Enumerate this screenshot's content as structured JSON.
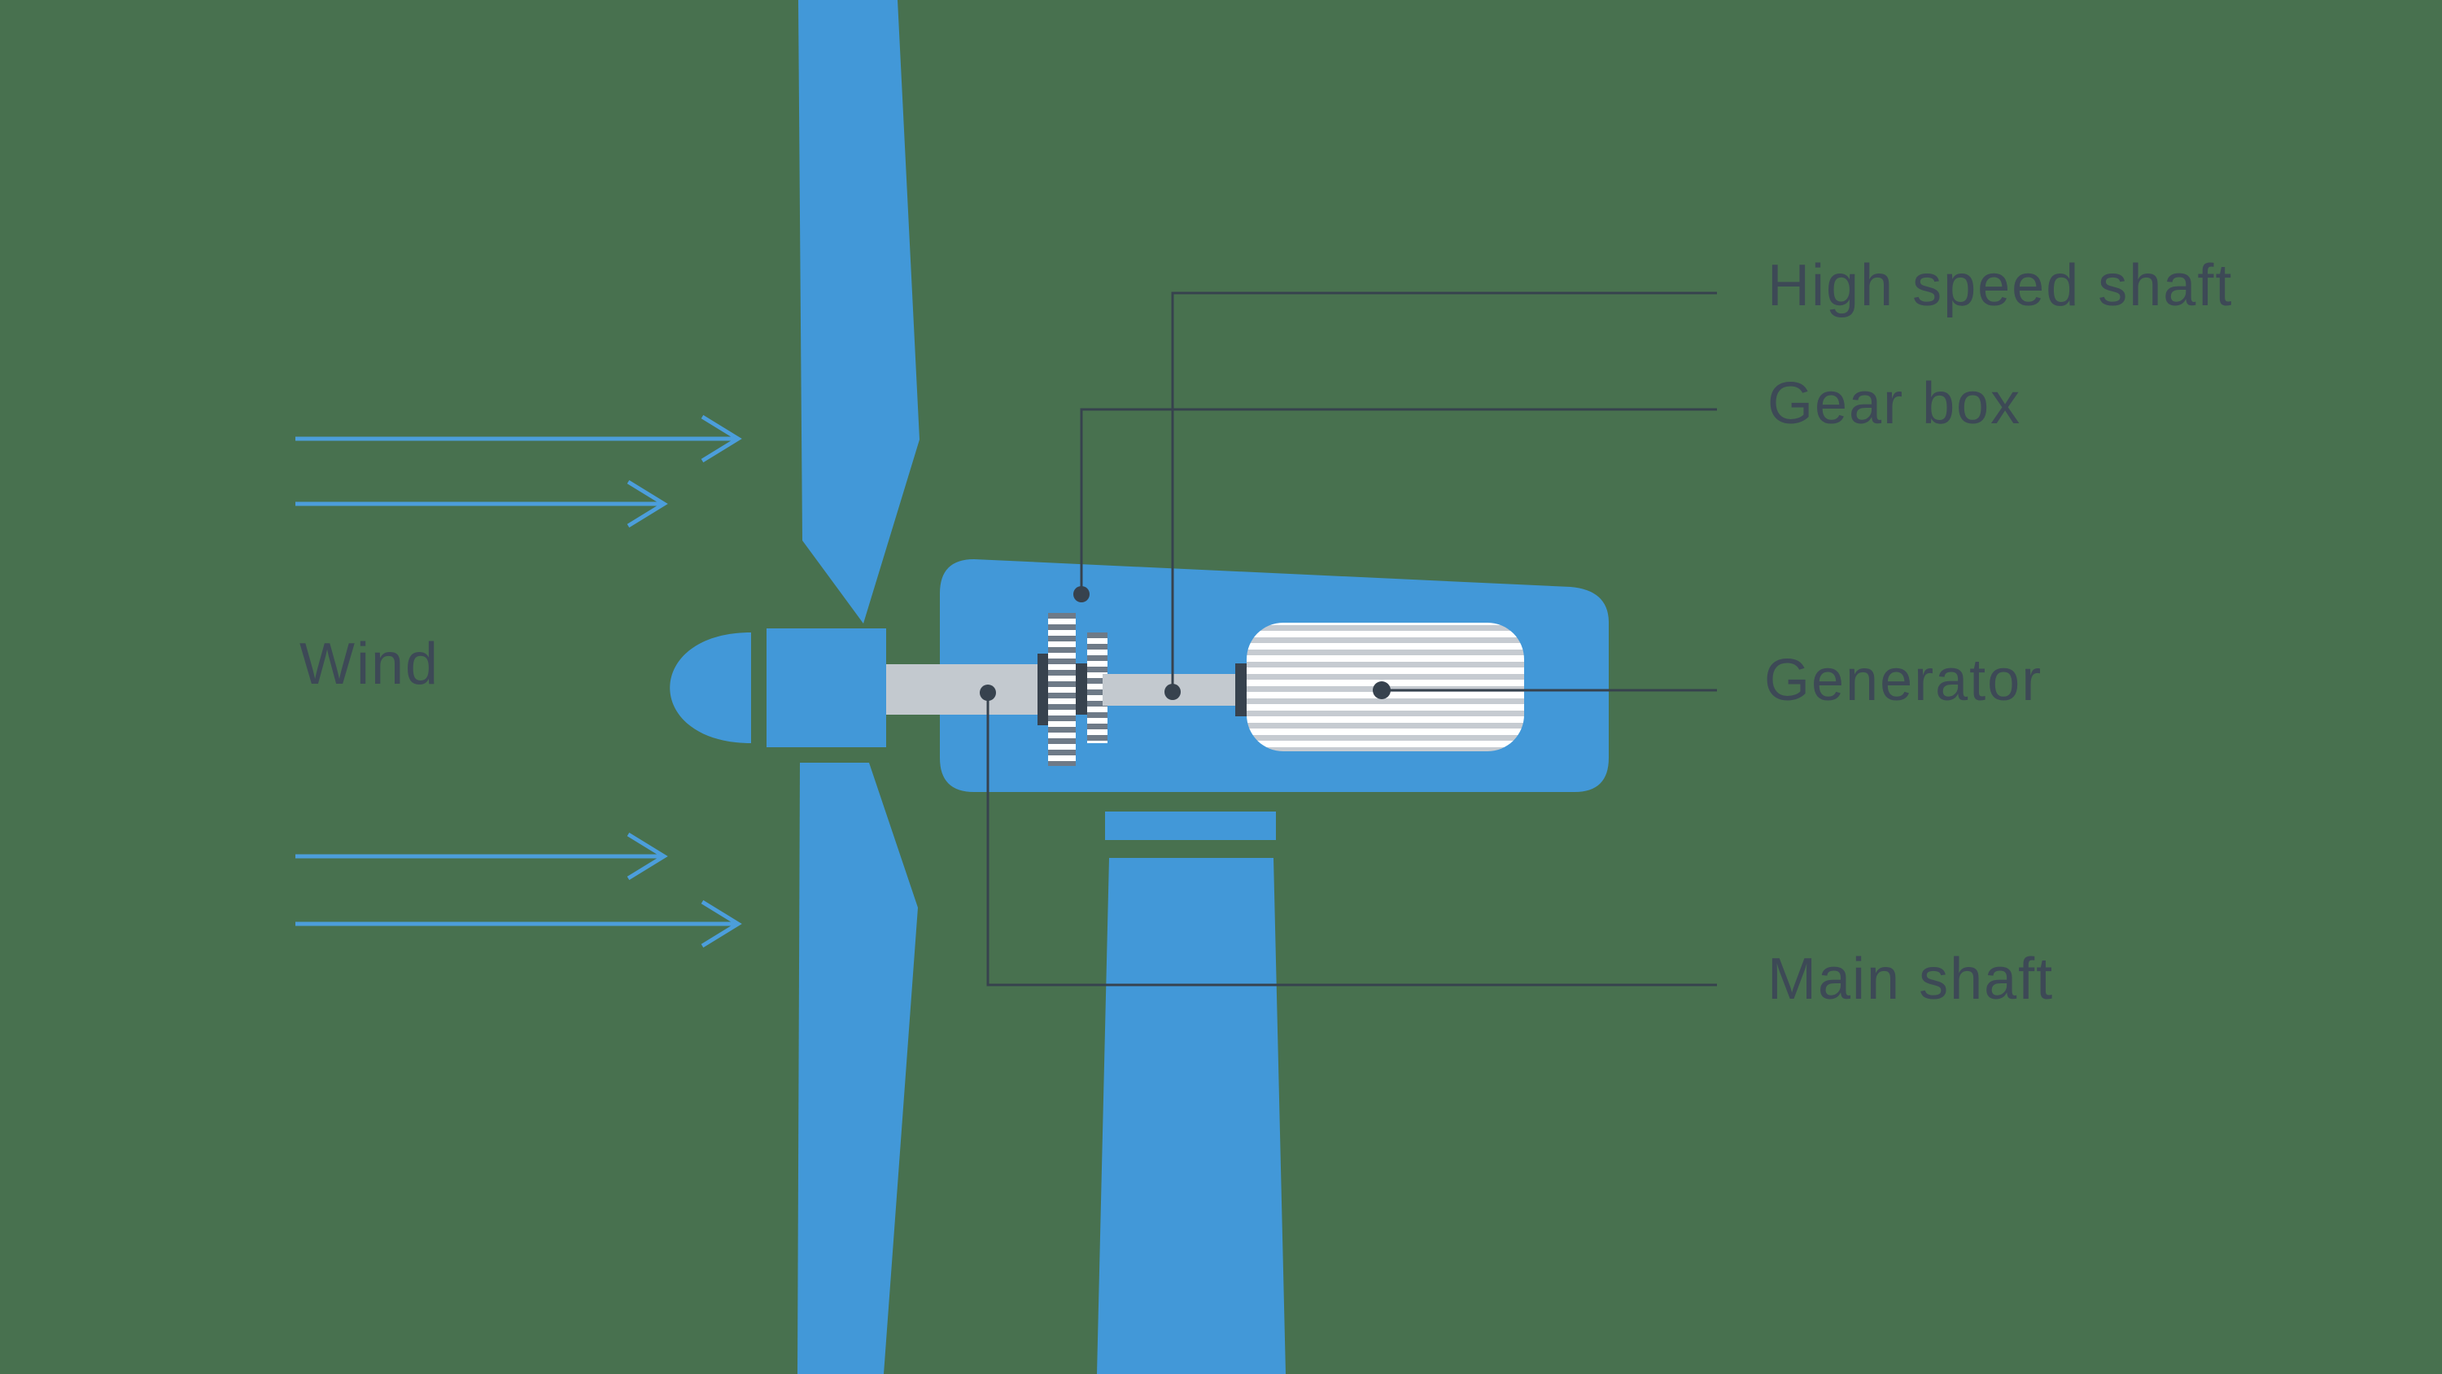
{
  "background_color": "#48714f",
  "palette": {
    "turbine_blue": "#4298d8",
    "arrow_blue": "#4c9edb",
    "shaft_gray": "#c3c9cf",
    "generator_white": "#ffffff",
    "generator_stripe_gray": "#c6cbd1",
    "gear_stripe_gray": "#6e7a87",
    "gear_stripe_white": "#ffffff",
    "dark_slate": "#37424e",
    "label_color": "#3d4956"
  },
  "labels": {
    "wind": "Wind",
    "high_speed_shaft": "High speed shaft",
    "gear_box": "Gear box",
    "generator": "Generator",
    "main_shaft": "Main shaft"
  }
}
